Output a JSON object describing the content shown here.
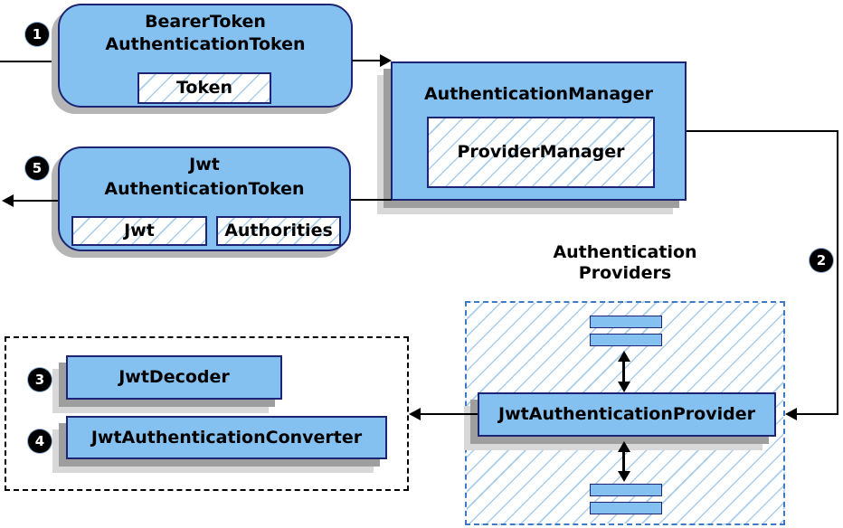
{
  "colors": {
    "box_fill": "#85c1f0",
    "box_border": "#1d2473",
    "shadow_dark": "#9e9e9e",
    "shadow_light": "#d8d8d8",
    "hatch_line": "#a9cdec",
    "dashed_blue": "#3d7ac2",
    "line": "#000000",
    "badge_bg": "#000000",
    "badge_text": "#ffffff"
  },
  "badges": {
    "step1": "1",
    "step2": "2",
    "step3": "3",
    "step4": "4",
    "step5": "5"
  },
  "bearer_token_box": {
    "line1": "BearerToken",
    "line2": "AuthenticationToken",
    "field": "Token"
  },
  "authentication_manager_box": {
    "title": "AuthenticationManager",
    "inner": "ProviderManager"
  },
  "jwt_authentication_token_box": {
    "line1": "Jwt",
    "line2": "AuthenticationToken",
    "field_jwt": "Jwt",
    "field_authorities": "Authorities"
  },
  "authentication_providers": {
    "label_line1": "Authentication",
    "label_line2": "Providers",
    "provider": "JwtAuthenticationProvider"
  },
  "decoder_box": {
    "label": "JwtDecoder"
  },
  "converter_box": {
    "label": "JwtAuthenticationConverter"
  }
}
